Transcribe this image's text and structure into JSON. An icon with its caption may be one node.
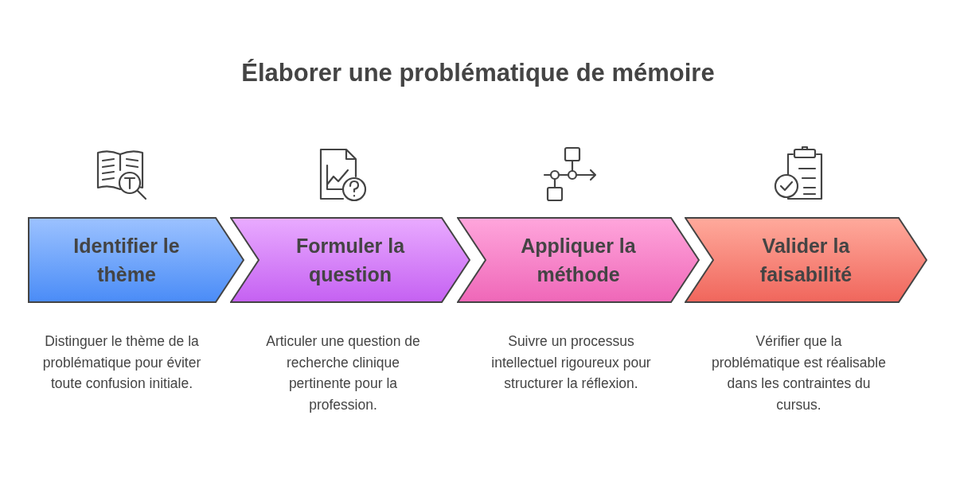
{
  "diagram": {
    "title": "Élaborer une problématique de mémoire",
    "nodes": [
      {
        "text": [
          "Identifier le thème"
        ],
        "beside": [
          "Distinguer le thème de la problématique pour éviter toute confusion initiale."
        ]
      },
      {
        "text": [
          "Formuler la question"
        ],
        "beside": [
          "Articuler une question de recherche clinique pertinente pour la profession."
        ]
      },
      {
        "text": [
          "Appliquer la méthode"
        ],
        "beside": [
          "Suivre un processus intellectuel rigoureux pour structurer la réflexion."
        ]
      },
      {
        "text": [
          "Valider la faisabilité"
        ],
        "beside": [
          "Vérifier que la problématique est réalisable dans les contraintes du cursus."
        ]
      }
    ]
  }
}
